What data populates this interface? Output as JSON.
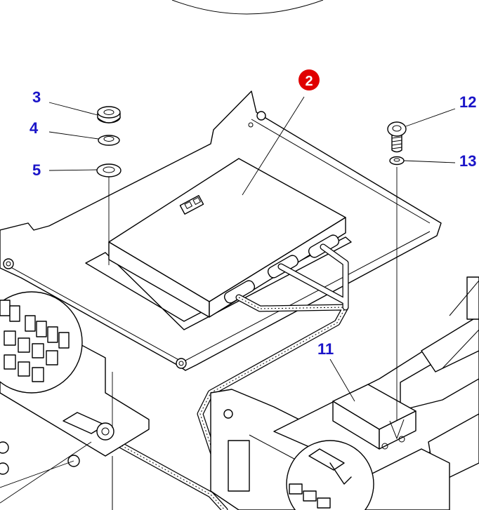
{
  "labels": {
    "callout_main": "2",
    "part_3": "3",
    "part_4": "4",
    "part_5": "5",
    "part_11": "11",
    "part_12": "12",
    "part_13": "13"
  },
  "colors": {
    "number_blue": "#1a14c8",
    "callout_red": "#e00000",
    "line": "#000000"
  }
}
